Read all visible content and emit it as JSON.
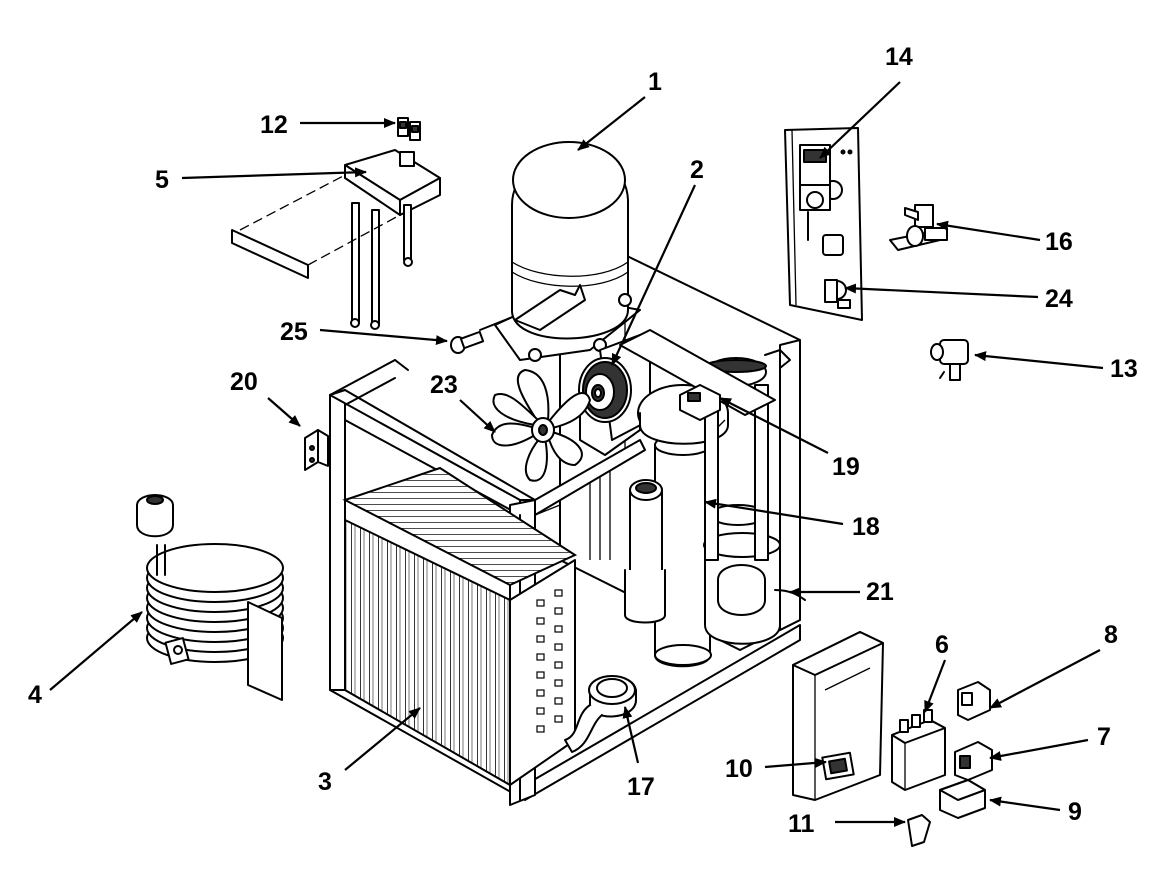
{
  "callouts": [
    {
      "id": "c1",
      "text": "1"
    },
    {
      "id": "c2",
      "text": "2"
    },
    {
      "id": "c3",
      "text": "3"
    },
    {
      "id": "c4",
      "text": "4"
    },
    {
      "id": "c5",
      "text": "5"
    },
    {
      "id": "c6",
      "text": "6"
    },
    {
      "id": "c7",
      "text": "7"
    },
    {
      "id": "c8",
      "text": "8"
    },
    {
      "id": "c9",
      "text": "9"
    },
    {
      "id": "c10",
      "text": "10"
    },
    {
      "id": "c11",
      "text": "11"
    },
    {
      "id": "c12",
      "text": "12"
    },
    {
      "id": "c13",
      "text": "13"
    },
    {
      "id": "c14",
      "text": "14"
    },
    {
      "id": "c16",
      "text": "16"
    },
    {
      "id": "c17",
      "text": "17"
    },
    {
      "id": "c18",
      "text": "18"
    },
    {
      "id": "c19",
      "text": "19"
    },
    {
      "id": "c20",
      "text": "20"
    },
    {
      "id": "c21",
      "text": "21"
    },
    {
      "id": "c23",
      "text": "23"
    },
    {
      "id": "c24",
      "text": "24"
    },
    {
      "id": "c25",
      "text": "25"
    }
  ]
}
